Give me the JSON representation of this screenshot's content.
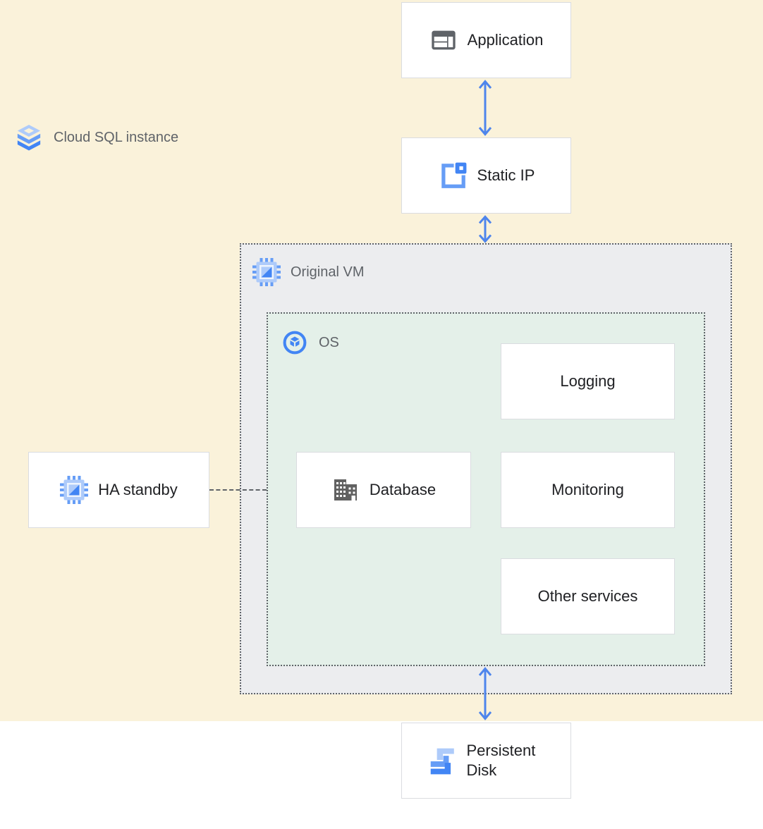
{
  "diagram": {
    "regions": {
      "cloud_sql": {
        "label": "Cloud SQL instance",
        "icon": "cloud-sql-icon",
        "bg": "#FAF2DA"
      },
      "original_vm": {
        "label": "Original VM",
        "icon": "compute-engine-chip-icon",
        "bg": "#ECEDEF"
      },
      "os": {
        "label": "OS",
        "icon": "os-cube-circle-icon",
        "bg": "#E4F0E9"
      }
    },
    "nodes": {
      "application": {
        "label": "Application",
        "icon": "app-window-icon"
      },
      "static_ip": {
        "label": "Static IP",
        "icon": "external-ip-icon"
      },
      "logging": {
        "label": "Logging",
        "icon": null
      },
      "database": {
        "label": "Database",
        "icon": "building-domain-icon"
      },
      "monitoring": {
        "label": "Monitoring",
        "icon": null
      },
      "other_services": {
        "label": "Other services",
        "icon": null
      },
      "ha_standby": {
        "label": "HA standby",
        "icon": "compute-engine-chip-icon"
      },
      "persistent_disk": {
        "label": "Persistent Disk",
        "icon": "persistent-disk-icon"
      }
    },
    "connections": [
      {
        "from": "application",
        "to": "static_ip",
        "type": "bidirectional-arrow"
      },
      {
        "from": "static_ip",
        "to": "original_vm",
        "type": "bidirectional-arrow"
      },
      {
        "from": "os",
        "to": "persistent_disk",
        "type": "bidirectional-arrow"
      },
      {
        "from": "ha_standby",
        "to": "os",
        "type": "dashed-line"
      }
    ],
    "colors": {
      "canvas": "#FFFFFF",
      "cloud_sql_bg": "#FAF2DA",
      "vm_bg": "#ECEDEF",
      "os_bg": "#E4F0E9",
      "node_border": "#DADCE0",
      "dotted_border": "#5F6368",
      "arrow_blue": "#4E85EC",
      "node_text": "#202124",
      "region_text": "#5F6368",
      "icon_gray": "#5F6368",
      "icon_blue_light": "#AECBFA",
      "icon_blue_mid": "#669DF6",
      "icon_blue_dark": "#4285F4"
    }
  }
}
